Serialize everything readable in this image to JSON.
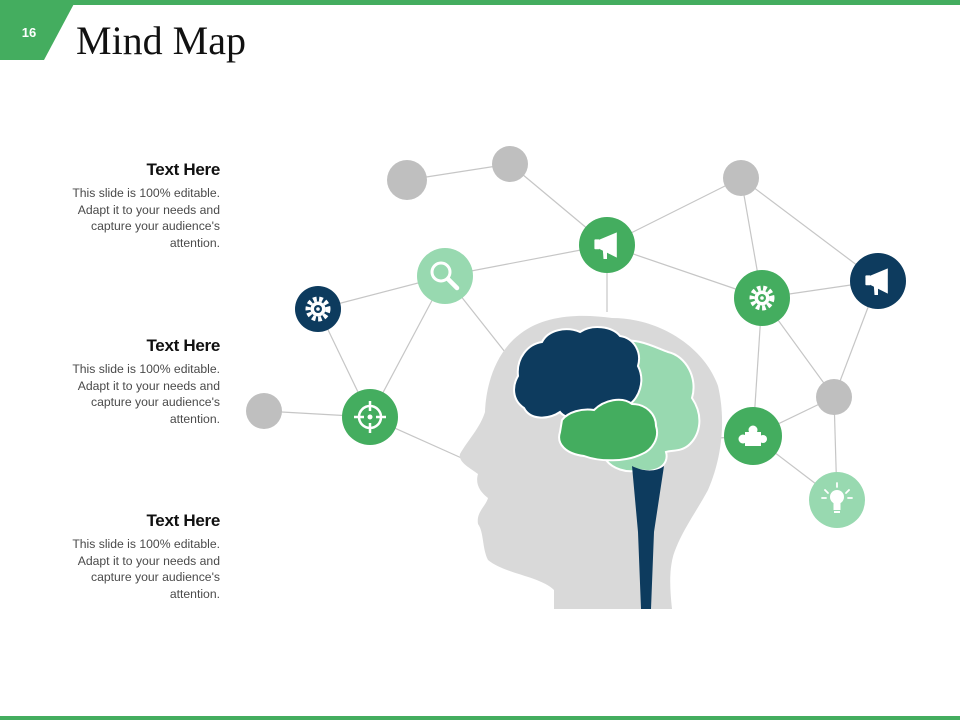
{
  "slide": {
    "number": "16",
    "title": "Mind Map"
  },
  "text_blocks": [
    {
      "heading": "Text Here",
      "body": "This slide is 100% editable. Adapt it to your needs and capture your audience's attention."
    },
    {
      "heading": "Text Here",
      "body": "This slide is 100% editable. Adapt it to your needs and capture your audience's attention."
    },
    {
      "heading": "Text Here",
      "body": "This slide is 100% editable. Adapt it to your needs and capture your audience's attention."
    }
  ],
  "colors": {
    "accent_green": "#44ad5f",
    "dark_navy": "#0d3b5e",
    "light_green": "#98d9b0",
    "gray_node": "#bfbfbf",
    "head_gray": "#d9d9d9"
  },
  "network_nodes": [
    {
      "kind": "icon",
      "icon": "megaphone-icon",
      "color": "accent_green"
    },
    {
      "kind": "icon",
      "icon": "magnifier-icon",
      "color": "light_green"
    },
    {
      "kind": "icon",
      "icon": "gear-icon",
      "color": "dark_navy"
    },
    {
      "kind": "icon",
      "icon": "target-icon",
      "color": "accent_green"
    },
    {
      "kind": "icon",
      "icon": "gear-icon",
      "color": "accent_green"
    },
    {
      "kind": "icon",
      "icon": "megaphone-icon",
      "color": "dark_navy"
    },
    {
      "kind": "icon",
      "icon": "puzzle-icon",
      "color": "accent_green"
    },
    {
      "kind": "icon",
      "icon": "lightbulb-icon",
      "color": "light_green"
    },
    {
      "kind": "plain",
      "color": "gray_node"
    },
    {
      "kind": "plain",
      "color": "gray_node"
    },
    {
      "kind": "plain",
      "color": "gray_node"
    },
    {
      "kind": "plain",
      "color": "gray_node"
    },
    {
      "kind": "plain",
      "color": "gray_node"
    }
  ]
}
